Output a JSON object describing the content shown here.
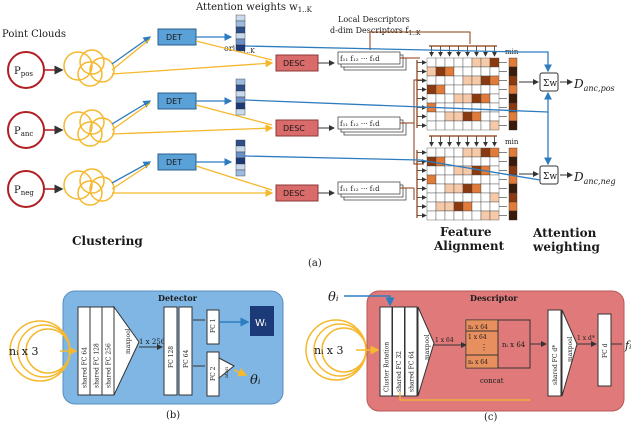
{
  "panel_a": {
    "point_clouds_label": "Point Clouds",
    "attention_label": "Attention weights w",
    "attention_sub": "1..K",
    "ori_label": "ori θ",
    "ori_sub": "1..K",
    "local_desc_label": "Local Descriptors",
    "ddim_label": "d-dim Descriptors f",
    "ddim_sub": "1..K",
    "inputs": [
      "P",
      "P",
      "P"
    ],
    "inputs_sub": [
      "pos",
      "anc",
      "neg"
    ],
    "det_label": "DET",
    "desc_label": "DESC",
    "feat_text": "f₁₁ f₁₂ ··· f₁d",
    "min_label": "min",
    "sum_label": "Σw",
    "out_pos": "D",
    "out_pos_sub": "anc,pos",
    "out_neg": "D",
    "out_neg_sub": "anc,neg",
    "clustering": "Clustering",
    "feature_alignment_1": "Feature",
    "feature_alignment_2": "Alignment",
    "attention_w_1": "Attention",
    "attention_w_2": "weighting",
    "caption": "(a)"
  },
  "panel_b": {
    "title": "Detector",
    "input": "nᵢ x 3",
    "layers": [
      "shared FC 64",
      "shared FC 128",
      "shared FC 256",
      "maxpool"
    ],
    "vec": "1 x 256",
    "fc_layers": [
      "FC 128",
      "FC 64"
    ],
    "fc1": "FC 1",
    "fc2": "FC 2",
    "atan": "atan",
    "out_w": "Wᵢ",
    "out_theta": "θᵢ",
    "caption": "(b)"
  },
  "panel_c": {
    "title": "Descriptor",
    "theta_in": "θᵢ",
    "input": "nᵢ x 3",
    "layers": [
      "Cluster Rotation",
      "shared FC 32",
      "shared FC 64",
      "maxpool"
    ],
    "vec1": "1 x 64",
    "grid_top": [
      "nᵢ x 64",
      "1 x 64"
    ],
    "grid_mid": "⋮",
    "grid_bottom": "nᵢ x 64",
    "concat": "concat",
    "layers2": [
      "shared FC d*",
      "maxpool"
    ],
    "vec2": "1 x d*",
    "fc_d": "FC d",
    "out_f": "fᵢ",
    "caption": "(c)"
  },
  "colors": {
    "red_circle": "#b01f24",
    "yellow": "#f5b82e",
    "blue": "#2e7cc0",
    "det_fill": "#5aa1d8",
    "desc_fill": "#d96b6b",
    "orange_cell": "#e07b39",
    "brown_cell": "#8b3a0f",
    "peach_cell": "#f6c9a8",
    "detector_bg": "#7fb6e3",
    "descriptor_bg": "#e07a7a",
    "navy": "#1d3a78"
  }
}
